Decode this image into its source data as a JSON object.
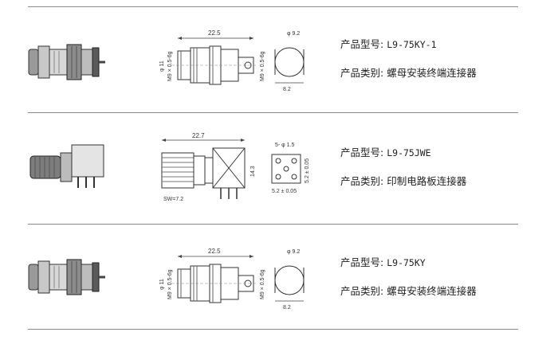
{
  "rows": [
    {
      "model_label": "产品型号:",
      "model_value": "L9-75KY-1",
      "category_label": "产品类别:",
      "category_value": "螺母安装终端连接器",
      "dims": {
        "length": "22.5",
        "thread": "M9 × 0.5-6g",
        "dia_body": "φ 11",
        "dia_front": "φ 9.2",
        "flat": "8.2"
      }
    },
    {
      "model_label": "产品型号:",
      "model_value": "L9-75JWE",
      "category_label": "产品类别:",
      "category_value": "印制电路板连接器",
      "dims": {
        "length": "22.7",
        "height": "14.3",
        "sw": "SW=7.2",
        "pins": "5- φ 1.5",
        "pitch_x": "5.2 ± 0.05",
        "pitch_y": "5.2 ± 0.05"
      }
    },
    {
      "model_label": "产品型号:",
      "model_value": "L9-75KY",
      "category_label": "产品类别:",
      "category_value": "螺母安装终端连接器",
      "dims": {
        "length": "22.5",
        "thread": "M9 × 0.5-6g",
        "dia_body": "φ 11",
        "dia_front": "φ 9.2",
        "flat": "8.2"
      }
    }
  ]
}
